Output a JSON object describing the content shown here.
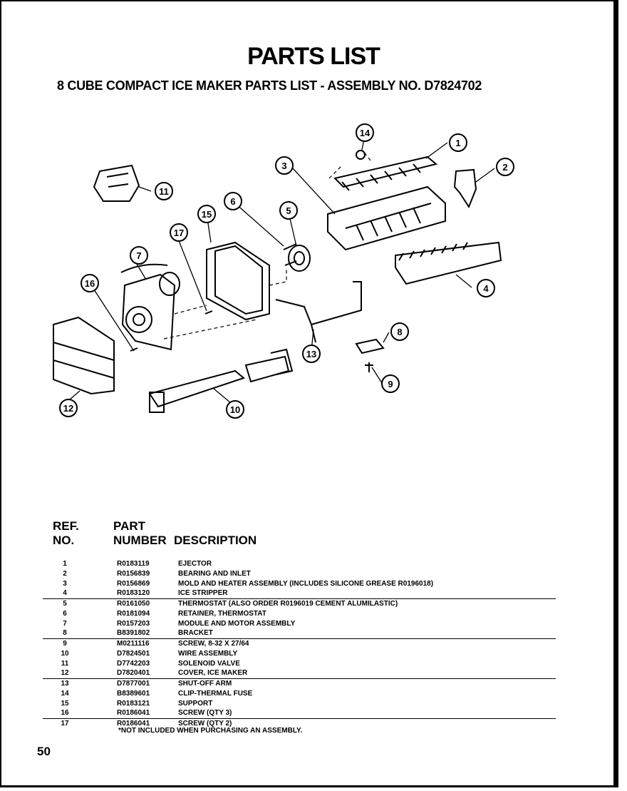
{
  "title": "PARTS LIST",
  "subtitle": "8 CUBE COMPACT ICE MAKER PARTS LIST - ASSEMBLY NO. D7824702",
  "diagram": {
    "callouts": [
      "1",
      "2",
      "3",
      "4",
      "5",
      "6",
      "7",
      "8",
      "9",
      "10",
      "11",
      "12",
      "13",
      "14",
      "15",
      "16",
      "17"
    ]
  },
  "table": {
    "headers": {
      "ref_line1": "REF.",
      "ref_line2": "NO.",
      "part_line1": "PART",
      "part_line2": "NUMBER",
      "description": "DESCRIPTION"
    },
    "rows": [
      {
        "ref": "1",
        "part": "R0183119",
        "desc": "EJECTOR"
      },
      {
        "ref": "2",
        "part": "R0156839",
        "desc": "BEARING AND INLET"
      },
      {
        "ref": "3",
        "part": "R0156869",
        "desc": "MOLD AND HEATER ASSEMBLY (INCLUDES SILICONE GREASE R0196018)"
      },
      {
        "ref": "4",
        "part": "R0183120",
        "desc": "ICE STRIPPER"
      },
      {
        "ref": "5",
        "part": "R0161050",
        "desc": "THERMOSTAT (ALSO ORDER R0196019 CEMENT ALUMILASTIC)"
      },
      {
        "ref": "6",
        "part": "R0181094",
        "desc": "RETAINER, THERMOSTAT"
      },
      {
        "ref": "7",
        "part": "R0157203",
        "desc": "MODULE AND MOTOR ASSEMBLY"
      },
      {
        "ref": "8",
        "part": "B8391802",
        "desc": "BRACKET"
      },
      {
        "ref": "9",
        "part": "M0211116",
        "desc": "SCREW, 8-32 X 27/64"
      },
      {
        "ref": "10",
        "part": "D7824501",
        "desc": "WIRE ASSEMBLY"
      },
      {
        "ref": "11",
        "part": "D7742203",
        "desc": "SOLENOID  VALVE"
      },
      {
        "ref": "12",
        "part": "D7820401",
        "desc": "COVER, ICE MAKER"
      },
      {
        "ref": "13",
        "part": "D7877001",
        "desc": "SHUT-OFF ARM"
      },
      {
        "ref": "14",
        "part": "B8389601",
        "desc": "CLIP-THERMAL FUSE"
      },
      {
        "ref": "15",
        "part": "R0183121",
        "desc": "SUPPORT"
      },
      {
        "ref": "16",
        "part": "R0186041",
        "desc": "SCREW (QTY 3)"
      },
      {
        "ref": "17",
        "part": "R0186041",
        "desc": "SCREW (QTY 2)"
      }
    ]
  },
  "footnote": "*NOT INCLUDED WHEN PURCHASING AN ASSEMBLY.",
  "page_number": "50"
}
